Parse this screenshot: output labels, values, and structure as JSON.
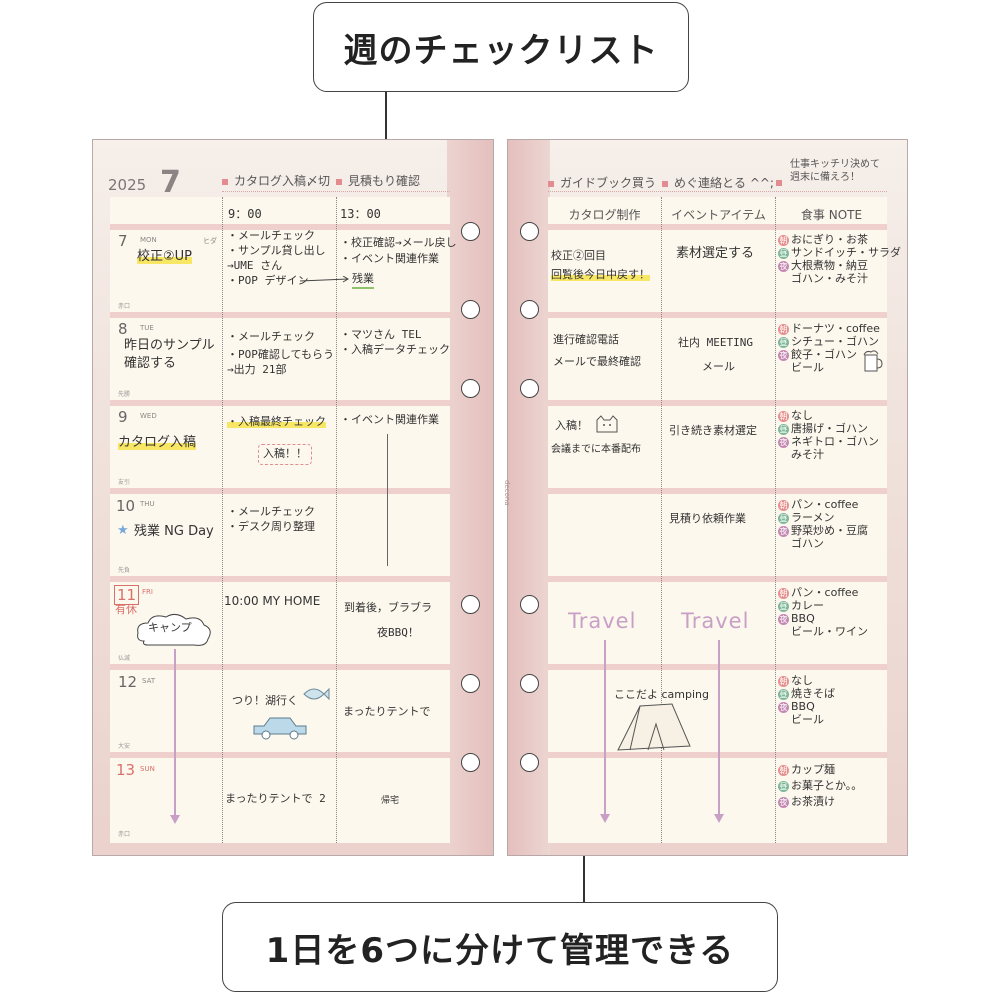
{
  "callouts": {
    "top": "週のチェックリスト",
    "bottom": "1日を6つに分けて管理できる"
  },
  "header": {
    "year": "2025",
    "month": "7"
  },
  "checklist_left": [
    "カタログ入稿〆切",
    "見積もり確認"
  ],
  "checklist_right": [
    "ガイドブック買う",
    "めぐ連絡とる ^^;",
    "仕事キッチリ決めて\n週末に備えろ！"
  ],
  "left_times": [
    "9：00",
    "13：00"
  ],
  "right_columns": [
    "カタログ制作",
    "イベントアイテム",
    "食事 NOTE"
  ],
  "days": [
    {
      "num": "7",
      "name": "MON",
      "rokuyo": "赤口",
      "extra": "ヒダ",
      "memo": "校正②UP",
      "col1": [
        "・メールチェック",
        "・サンプル貸し出し",
        "→UME さん",
        "・POP デザイン"
      ],
      "col2": [
        "・校正確認→メール戻し",
        "・イベント関連作業",
        "残業"
      ],
      "r1": [
        "校正②回目",
        "回覧後今日中戻す！"
      ],
      "r2": [
        "素材選定する"
      ],
      "meal": [
        "おにぎり・お茶",
        "サンドイッチ・サラダ",
        "大根煮物・納豆",
        "ゴハン・みそ汁"
      ]
    },
    {
      "num": "8",
      "name": "TUE",
      "rokuyo": "先勝",
      "memo": "昨日のサンプル\n確認する",
      "col1": [
        "・メールチェック",
        "・POP確認してもらう",
        "→出力 21部"
      ],
      "col2": [
        "・マツさん TEL",
        "・入稿データチェック"
      ],
      "r1": [
        "進行確認電話",
        "メールで最終確認"
      ],
      "r2": [
        "社内 MEETING",
        "メール"
      ],
      "meal": [
        "ドーナツ・coffee",
        "シチュー・ゴハン",
        "餃子・ゴハン",
        "ビール"
      ]
    },
    {
      "num": "9",
      "name": "WED",
      "rokuyo": "友引",
      "memo": "カタログ入稿",
      "col1": [
        "・入稿最終チェック",
        "入稿！！"
      ],
      "col2": [
        "・イベント関連作業"
      ],
      "r1": [
        "入稿！",
        "会議までに本番配布"
      ],
      "r2": [
        "引き続き素材選定"
      ],
      "meal": [
        "なし",
        "唐揚げ・ゴハン",
        "ネギトロ・ゴハン",
        "みそ汁"
      ]
    },
    {
      "num": "10",
      "name": "THU",
      "rokuyo": "先負",
      "memo": "残業 NG Day",
      "col1": [
        "・メールチェック",
        "・デスク周り整理"
      ],
      "col2": [],
      "r1": [],
      "r2": [
        "見積り依頼作業"
      ],
      "meal": [
        "パン・coffee",
        "ラーメン",
        "野菜炒め・豆腐",
        "ゴハン"
      ]
    },
    {
      "num": "11",
      "name": "FRI",
      "rokuyo": "仏滅",
      "memo": "有休",
      "memo2": "キャンプ",
      "col1": [
        "10:00 MY HOME"
      ],
      "col2": [
        "到着後，ブラブラ",
        "夜BBQ！"
      ],
      "r1": [],
      "r2": [],
      "meal": [
        "パン・coffee",
        "カレー",
        "BBQ",
        "ビール・ワイン"
      ]
    },
    {
      "num": "12",
      "name": "SAT",
      "rokuyo": "大安",
      "memo": "",
      "col1": [
        "つり！湖行く"
      ],
      "col2": [
        "まったりテントで"
      ],
      "r1": [
        "ここだよ camping"
      ],
      "r2": [],
      "meal": [
        "なし",
        "焼きそば",
        "BBQ",
        "ビール"
      ]
    },
    {
      "num": "13",
      "name": "SUN",
      "rokuyo": "赤口",
      "memo": "",
      "col1": [
        "まったりテントで 2"
      ],
      "col2": [
        "帰宅"
      ],
      "r1": [],
      "r2": [],
      "meal": [
        "カップ麺",
        "お菓子とか。。",
        "お茶漬け"
      ]
    }
  ],
  "travel_labels": [
    "Travel",
    "Travel"
  ],
  "meal_keys": [
    "朝",
    "昼",
    "夜"
  ],
  "brand": "decona"
}
